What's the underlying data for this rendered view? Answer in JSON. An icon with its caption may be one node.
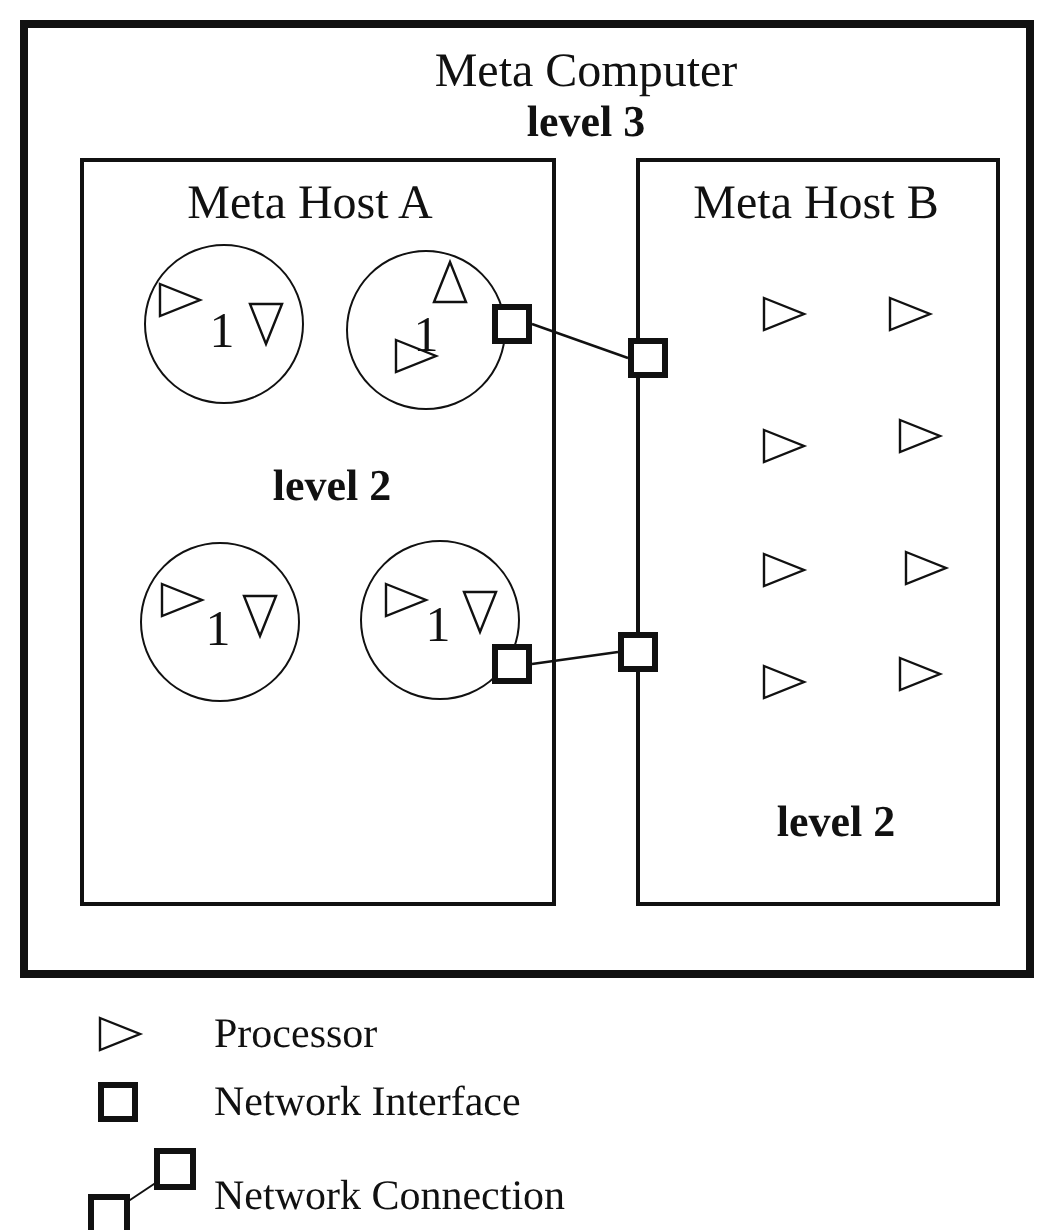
{
  "diagram": {
    "nodes": [
      {
        "text": [
          "Meta Computer",
          "level 3"
        ]
      },
      {
        "text": [
          "Meta Host A",
          "level 2"
        ],
        "in": 0
      },
      {
        "text": [
          "1"
        ],
        "in": 1
      },
      {
        "text": [
          "1"
        ],
        "in": 1
      },
      {
        "text": [
          "1"
        ],
        "in": 1
      },
      {
        "text": [
          "1"
        ],
        "in": 1
      },
      {
        "text": [
          "Meta Host B",
          "level 2"
        ],
        "in": 0
      },
      {
        "text": [],
        "shape": "box",
        "in": 1
      },
      {
        "text": [],
        "shape": "box",
        "in": 0
      },
      {
        "text": [],
        "shape": "box",
        "in": 1
      },
      {
        "text": [],
        "shape": "box",
        "in": 0
      }
    ],
    "edges": [
      {
        "from": 7,
        "to": 8,
        "arrow": "none"
      },
      {
        "from": 9,
        "to": 10,
        "arrow": "none"
      }
    ],
    "legend": [
      {
        "text": "Processor"
      },
      {
        "text": "Network Interface"
      },
      {
        "text": "Network Connection"
      }
    ]
  }
}
